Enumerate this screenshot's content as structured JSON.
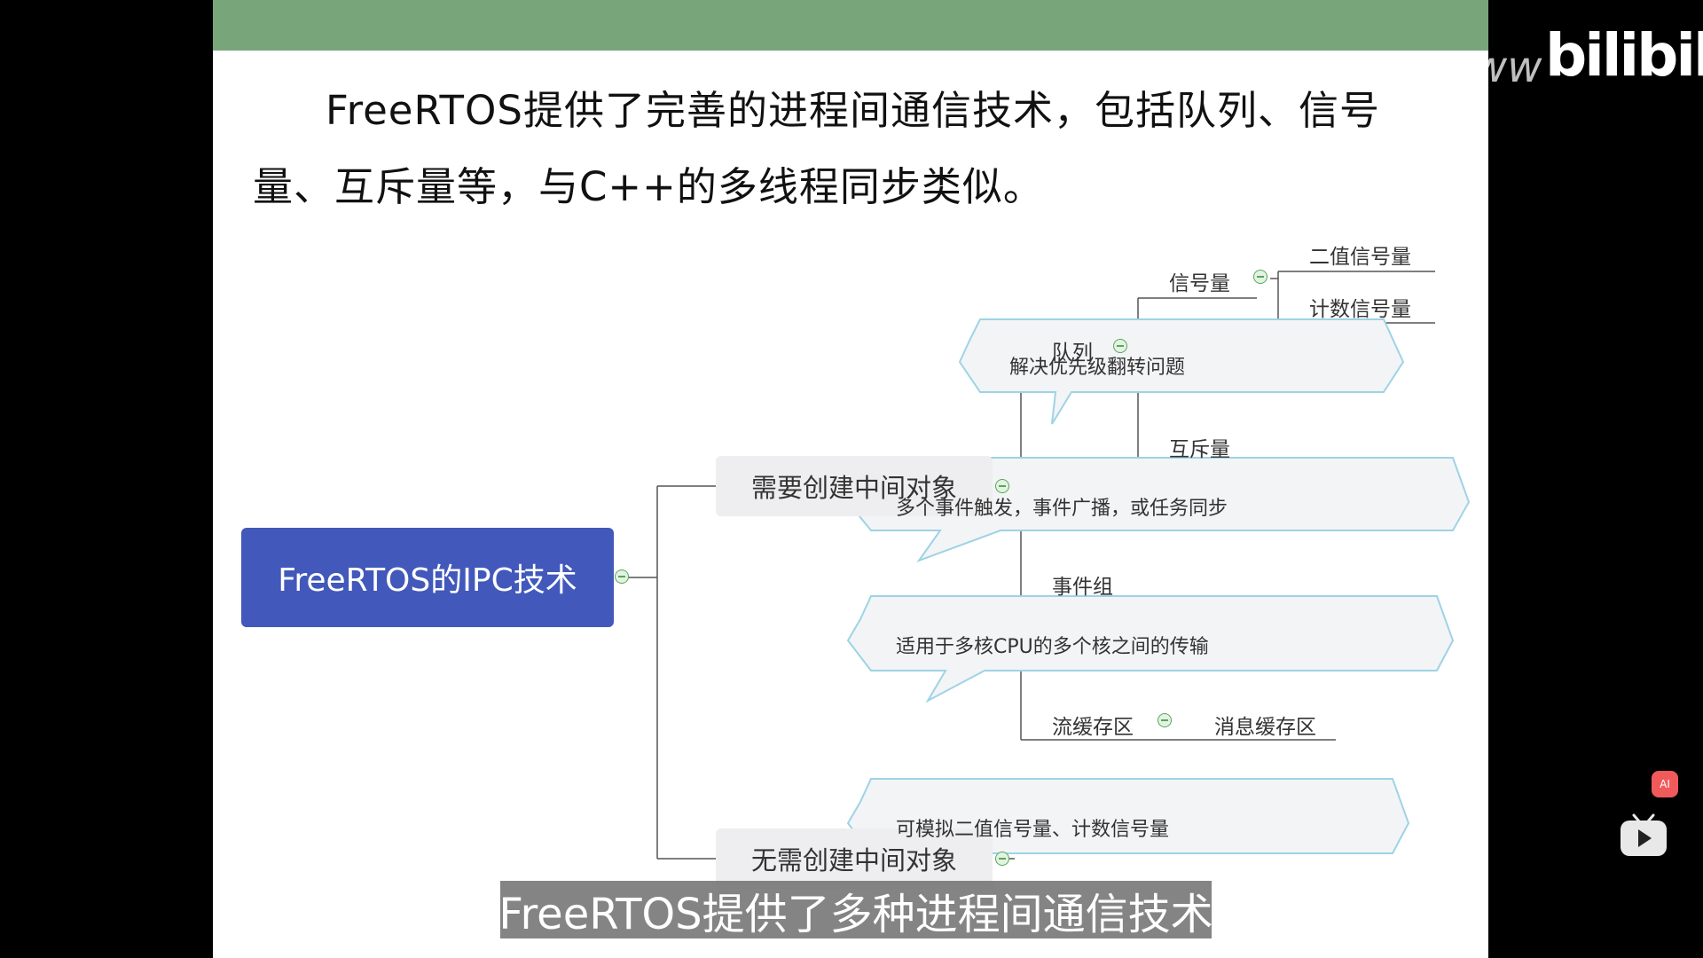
{
  "slide": {
    "paragraph_line1": "FreeRTOS提供了完善的进程间通信技术，包括队列、信号",
    "paragraph_line2": "量、互斥量等，与C++的多线程同步类似。"
  },
  "mindmap": {
    "root": "FreeRTOS的IPC技术",
    "branch_need_object": "需要创建中间对象",
    "branch_no_object": "无需创建中间对象",
    "queue": "队列",
    "semaphore": "信号量",
    "binary_semaphore": "二值信号量",
    "counting_semaphore": "计数信号量",
    "mutex": "互斥量",
    "mutex_note": "解决优先级翻转问题",
    "event_group": "事件组",
    "event_group_note": "多个事件触发，事件广播，或任务同步",
    "stream_buffer": "流缓存区",
    "message_buffer": "消息缓存区",
    "stream_buffer_note": "适用于多核CPU的多个核之间的传输",
    "no_object_note": "可模拟二值信号量、计数信号量"
  },
  "video": {
    "subtitle": "FreeRTOS提供了多种进程间通信技术",
    "logo": "bilibili",
    "watermark": "ww",
    "ai_badge": "AI"
  },
  "colors": {
    "top_bar": "#79a57a",
    "root_node": "#4258bb",
    "toggle": "#58a658",
    "callout_border": "#9ed3e5"
  }
}
